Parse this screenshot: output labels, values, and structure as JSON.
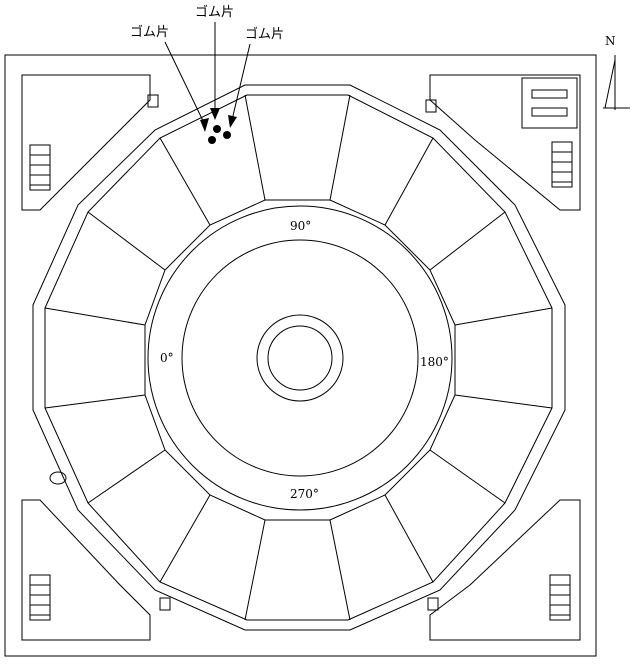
{
  "labels": {
    "rubber": [
      "ゴム片",
      "ゴム片",
      "ゴム片"
    ],
    "north": "N",
    "angles": {
      "a0": "0°",
      "a90": "90°",
      "a180": "180°",
      "a270": "270°"
    }
  },
  "colors": {
    "line": "#000000",
    "background": "#ffffff"
  }
}
